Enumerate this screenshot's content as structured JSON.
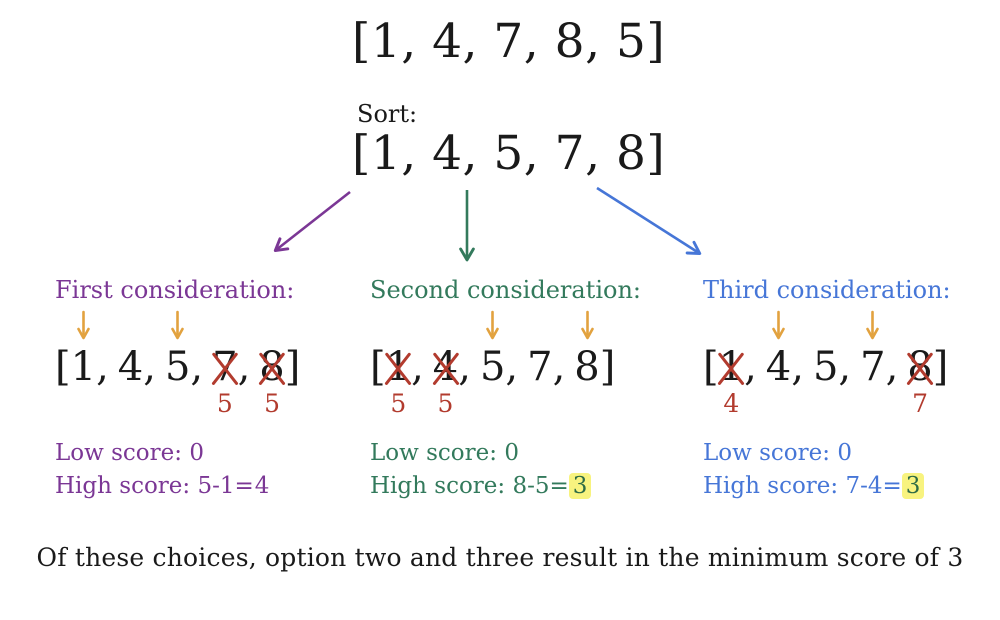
{
  "colors": {
    "purple": "#7b3795",
    "teal": "#337a5c",
    "blue": "#4676d7",
    "orange": "#e2a23f",
    "red": "#b23b2e",
    "highlight_yellow": "#f8f37f",
    "highlight_text_green": "#2e6b45",
    "text_black": "#1a1a1a"
  },
  "top": {
    "original_array": "[1, 4, 7, 8, 5]",
    "sort_label": "Sort:",
    "sorted_array": "[1, 4, 5, 7, 8]"
  },
  "considerations": [
    {
      "title": "First consideration:",
      "elements": [
        {
          "pre": "[",
          "digit": "1",
          "suf": ",",
          "arrow": true,
          "crossed": false,
          "below": ""
        },
        {
          "pre": "",
          "digit": "4",
          "suf": ",",
          "arrow": false,
          "crossed": false,
          "below": ""
        },
        {
          "pre": "",
          "digit": "5",
          "suf": ",",
          "arrow": true,
          "crossed": false,
          "below": ""
        },
        {
          "pre": "",
          "digit": "7",
          "suf": ",",
          "arrow": false,
          "crossed": true,
          "below": "5"
        },
        {
          "pre": "",
          "digit": "8",
          "suf": "]",
          "arrow": false,
          "crossed": true,
          "below": "5"
        }
      ],
      "low_score": "Low score: 0",
      "high_score_prefix": "High score: 5-1=",
      "high_score_result": "4",
      "highlight_result": false
    },
    {
      "title": "Second consideration:",
      "elements": [
        {
          "pre": "[",
          "digit": "1",
          "suf": ",",
          "arrow": false,
          "crossed": true,
          "below": "5"
        },
        {
          "pre": "",
          "digit": "4",
          "suf": ",",
          "arrow": false,
          "crossed": true,
          "below": "5"
        },
        {
          "pre": "",
          "digit": "5",
          "suf": ",",
          "arrow": true,
          "crossed": false,
          "below": ""
        },
        {
          "pre": "",
          "digit": "7",
          "suf": ",",
          "arrow": false,
          "crossed": false,
          "below": ""
        },
        {
          "pre": "",
          "digit": "8",
          "suf": "]",
          "arrow": true,
          "crossed": false,
          "below": ""
        }
      ],
      "low_score": "Low score: 0",
      "high_score_prefix": "High score: 8-5=",
      "high_score_result": "3",
      "highlight_result": true
    },
    {
      "title": "Third consideration:",
      "elements": [
        {
          "pre": "[",
          "digit": "1",
          "suf": ",",
          "arrow": false,
          "crossed": true,
          "below": "4"
        },
        {
          "pre": "",
          "digit": "4",
          "suf": ",",
          "arrow": true,
          "crossed": false,
          "below": ""
        },
        {
          "pre": "",
          "digit": "5",
          "suf": ",",
          "arrow": false,
          "crossed": false,
          "below": ""
        },
        {
          "pre": "",
          "digit": "7",
          "suf": ",",
          "arrow": true,
          "crossed": false,
          "below": ""
        },
        {
          "pre": "",
          "digit": "8",
          "suf": "]",
          "arrow": false,
          "crossed": true,
          "below": "7"
        }
      ],
      "low_score": "Low score: 0",
      "high_score_prefix": "High score: 7-4=",
      "high_score_result": "3",
      "highlight_result": true
    }
  ],
  "conclusion": "Of these choices, option two and three result in the minimum score of 3"
}
